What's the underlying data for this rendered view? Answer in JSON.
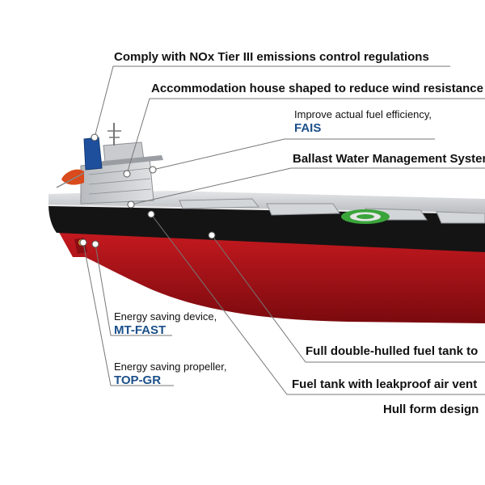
{
  "callouts": {
    "nox": "Comply with NOx Tier III emissions control regulations",
    "accommodation": "Accommodation house shaped to reduce wind resistance",
    "fais_desc": "Improve actual fuel efficiency,",
    "fais": "FAIS",
    "ballast": "Ballast Water Management System",
    "mtfast_desc": "Energy saving device,",
    "mtfast": "MT-FAST",
    "topgr_desc": "Energy saving propeller,",
    "topgr": "TOP-GR",
    "double_hull": "Full double-hulled fuel tank to",
    "fuel_tank": "Fuel tank with leakproof air vent",
    "hull_form": "Hull form design"
  },
  "colors": {
    "hull_red": "#b3141b",
    "hull_black": "#111111",
    "deck_grey": "#c9ccd0",
    "leader_line": "#777777",
    "accent_blue": "#1b4f8a",
    "funnel_blue": "#1d4f9c",
    "helipad_green": "#3aa43a"
  }
}
